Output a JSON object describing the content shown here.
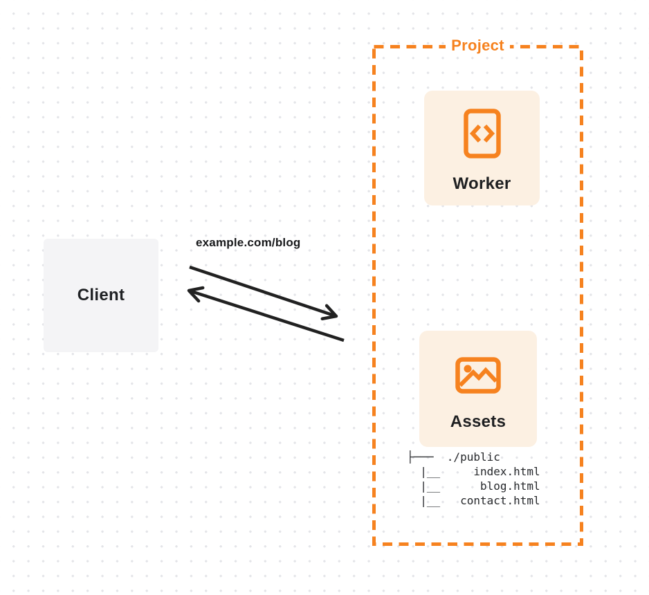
{
  "diagram": {
    "client": {
      "label": "Client"
    },
    "request": {
      "url": "example.com/blog"
    },
    "project": {
      "title": "Project",
      "worker": {
        "label": "Worker",
        "icon": "code-file-icon"
      },
      "assets": {
        "label": "Assets",
        "icon": "image-icon"
      },
      "file_tree": {
        "lines": [
          "├───  ./public",
          "  |__     index.html",
          "  |__      blog.html",
          "  |__   contact.html"
        ]
      }
    },
    "colors": {
      "accent_orange": "#f6821f",
      "card_background": "#fcf0e2",
      "client_background": "#f4f4f6",
      "arrow_color": "#212121",
      "text_dark": "#1e1f21",
      "dot_grid": "#e3e4e8"
    }
  }
}
